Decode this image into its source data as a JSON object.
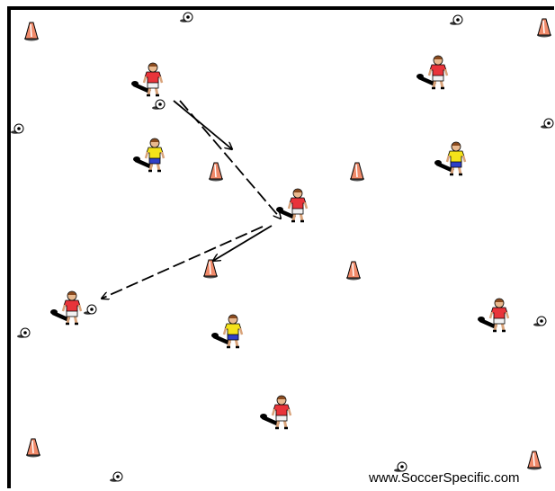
{
  "colors": {
    "field_border": "#000000",
    "red_kit": "#e8343a",
    "yellow_kit": "#f4e21a",
    "blue_shorts": "#2f3fc8",
    "white_shorts": "#f2f2f2",
    "cone": "#f08a6a",
    "shadow": "#000000"
  },
  "cones": [
    {
      "name": "cone-top-left"
    },
    {
      "name": "cone-top-right"
    },
    {
      "name": "cone-center-left"
    },
    {
      "name": "cone-center-right"
    },
    {
      "name": "cone-lower-left"
    },
    {
      "name": "cone-lower-right"
    },
    {
      "name": "cone-bottom-left"
    },
    {
      "name": "cone-bottom-right"
    }
  ],
  "balls": [
    {
      "name": "ball-top-mid"
    },
    {
      "name": "ball-top-right"
    },
    {
      "name": "ball-left-upper"
    },
    {
      "name": "ball-right-upper"
    },
    {
      "name": "ball-left-lower"
    },
    {
      "name": "ball-right-lower"
    },
    {
      "name": "ball-bottom-left"
    },
    {
      "name": "ball-bottom-right"
    }
  ],
  "players": [
    {
      "name": "red-player-top-left",
      "team": "red",
      "has_ball": true
    },
    {
      "name": "red-player-top-right",
      "team": "red",
      "has_ball": false
    },
    {
      "name": "yellow-player-upper-left",
      "team": "yellow",
      "has_ball": false
    },
    {
      "name": "yellow-player-upper-right",
      "team": "yellow",
      "has_ball": false
    },
    {
      "name": "red-player-center",
      "team": "red",
      "has_ball": false
    },
    {
      "name": "red-player-left",
      "team": "red",
      "has_ball": true
    },
    {
      "name": "yellow-player-lower",
      "team": "yellow",
      "has_ball": false
    },
    {
      "name": "red-player-right",
      "team": "red",
      "has_ball": false
    },
    {
      "name": "red-player-bottom",
      "team": "red",
      "has_ball": false
    }
  ],
  "arrows": [
    {
      "name": "run-arrow-1",
      "style": "solid"
    },
    {
      "name": "pass-arrow-1",
      "style": "dashed"
    },
    {
      "name": "run-arrow-2",
      "style": "solid"
    },
    {
      "name": "pass-arrow-2",
      "style": "dashed"
    }
  ],
  "credit_text": "www.SoccerSpecific.com"
}
